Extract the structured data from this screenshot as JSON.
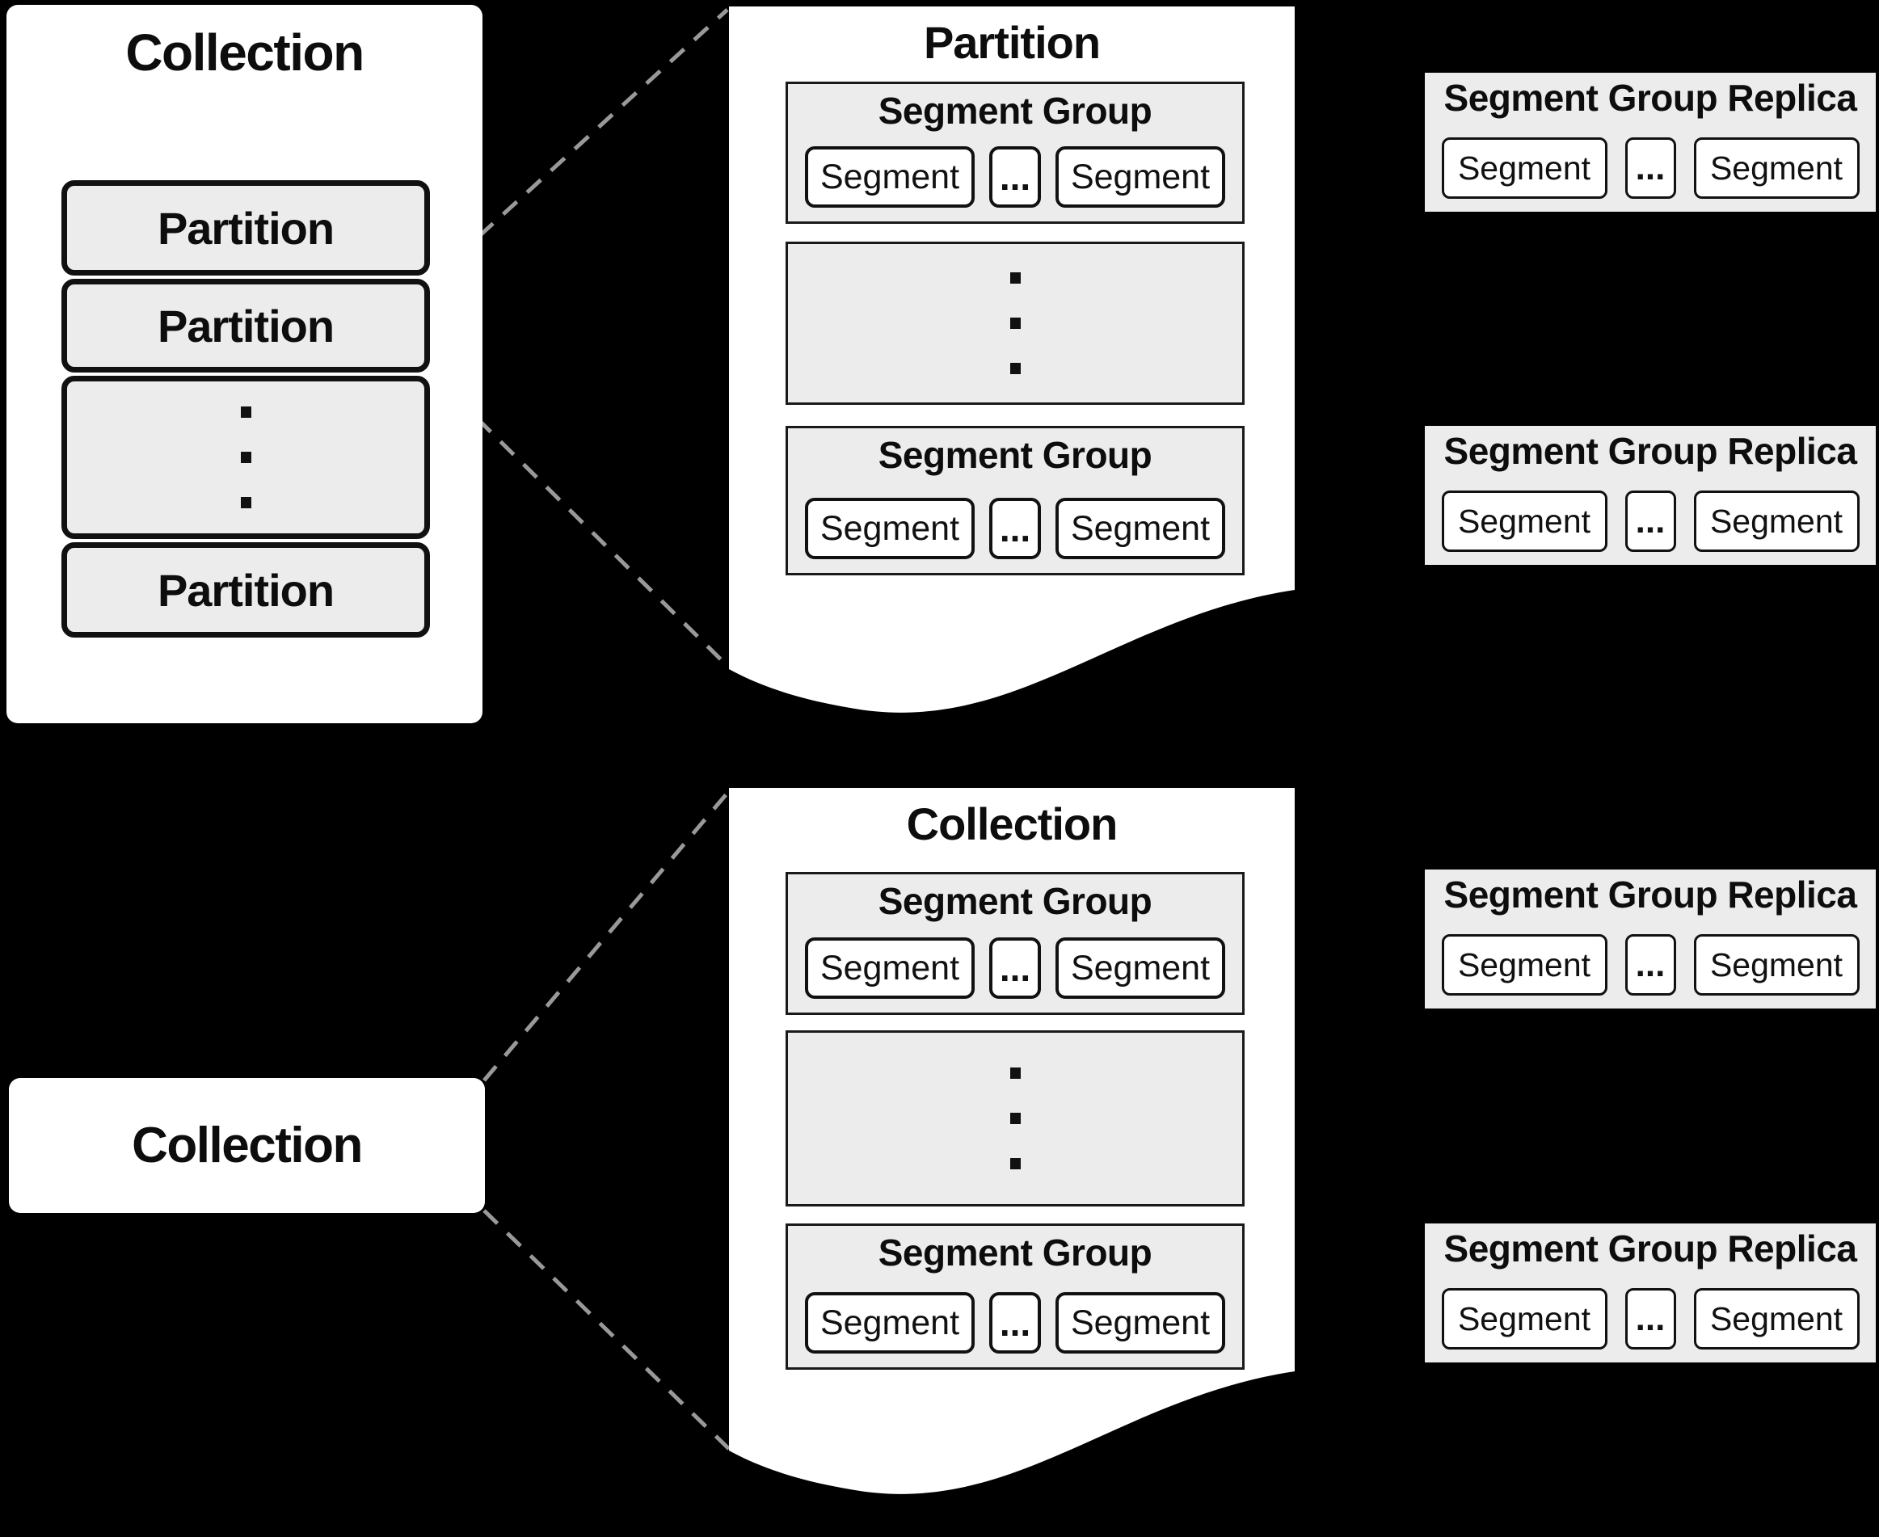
{
  "colors": {
    "background": "#000000",
    "paper": "#ffffff",
    "panel_fill": "#ececec",
    "border_ink": "#111111",
    "dashed_line": "#999999",
    "text": "#0d0d0d"
  },
  "left_card": {
    "title": "Collection",
    "partitions": [
      "Partition",
      "Partition",
      "Partition"
    ]
  },
  "top_paper": {
    "title": "Partition",
    "groups": [
      {
        "title": "Segment Group",
        "seg_left": "Segment",
        "ellipsis": "...",
        "seg_right": "Segment"
      },
      {
        "title": "Segment Group",
        "seg_left": "Segment",
        "ellipsis": "...",
        "seg_right": "Segment"
      }
    ]
  },
  "bottom_card": {
    "title": "Collection"
  },
  "bottom_paper": {
    "title": "Collection",
    "groups": [
      {
        "title": "Segment Group",
        "seg_left": "Segment",
        "ellipsis": "...",
        "seg_right": "Segment"
      },
      {
        "title": "Segment Group",
        "seg_left": "Segment",
        "ellipsis": "...",
        "seg_right": "Segment"
      }
    ]
  },
  "replicas": [
    {
      "title": "Segment Group Replica",
      "seg_left": "Segment",
      "ellipsis": "...",
      "seg_right": "Segment"
    },
    {
      "title": "Segment Group Replica",
      "seg_left": "Segment",
      "ellipsis": "...",
      "seg_right": "Segment"
    },
    {
      "title": "Segment Group Replica",
      "seg_left": "Segment",
      "ellipsis": "...",
      "seg_right": "Segment"
    },
    {
      "title": "Segment Group Replica",
      "seg_left": "Segment",
      "ellipsis": "...",
      "seg_right": "Segment"
    }
  ]
}
